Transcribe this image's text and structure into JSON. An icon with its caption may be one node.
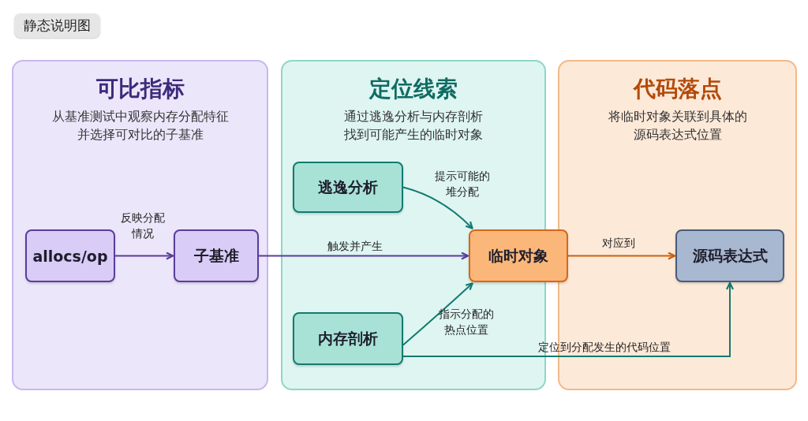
{
  "diagram": {
    "title": "静态说明图",
    "nodes": [
      {
        "text": [
          "可比指标",
          "从基准测试中观察内存分配特征并选择可对比的子基准"
        ]
      },
      {
        "text": [
          "allocs/op"
        ],
        "in": 0
      },
      {
        "text": [
          "子基准"
        ],
        "in": 0
      },
      {
        "text": [
          "定位线索",
          "通过逃逸分析与内存剖析找到可能产生的临时对象"
        ]
      },
      {
        "text": [
          "逃逸分析"
        ],
        "in": 3
      },
      {
        "text": [
          "临时对象"
        ]
      },
      {
        "text": [
          "内存剖析"
        ],
        "in": 3
      },
      {
        "text": [
          "代码落点",
          "将临时对象关联到具体的源码表达式位置"
        ]
      },
      {
        "text": [
          "源码表达式"
        ],
        "in": 7
      }
    ],
    "edges": [
      {
        "from": 1,
        "to": 2,
        "arrow": "to",
        "label": "反映分配情况"
      },
      {
        "from": 2,
        "to": 5,
        "arrow": "to",
        "label": "触发并产生"
      },
      {
        "from": 4,
        "to": 5,
        "arrow": "to",
        "label": "提示可能的堆分配",
        "color": "#137a70"
      },
      {
        "from": 6,
        "to": 5,
        "arrow": "to",
        "label": "指示分配的热点位置",
        "color": "#137a70"
      },
      {
        "from": 5,
        "to": 8,
        "arrow": "to",
        "label": "对应到",
        "color": "#c8600f"
      },
      {
        "from": 6,
        "to": 8,
        "arrow": "to",
        "label": "定位到分配发生的代码位置",
        "color": "#137a70"
      }
    ]
  }
}
